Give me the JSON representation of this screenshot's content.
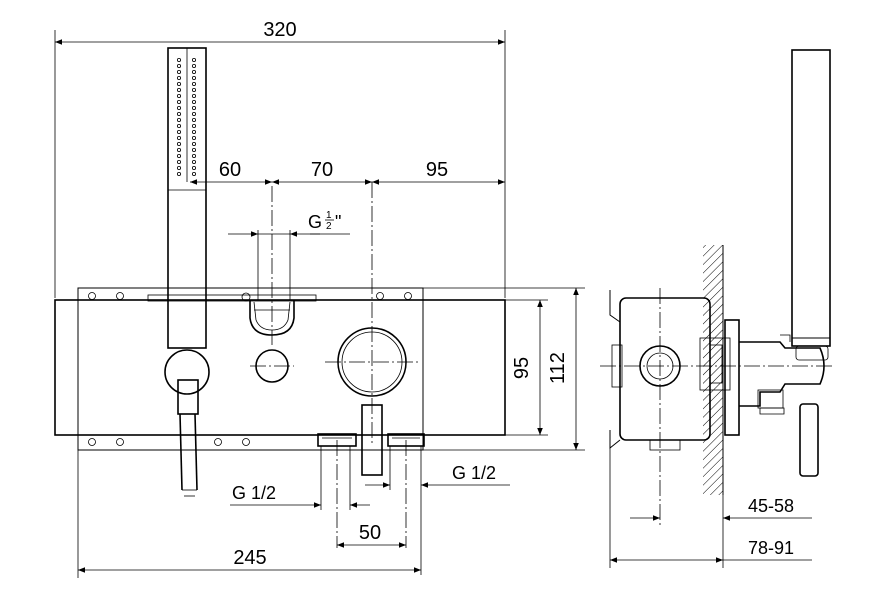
{
  "front_view": {
    "overall_width": "320",
    "spacing_1": "60",
    "spacing_2": "70",
    "spacing_3": "95",
    "thread_top_main": "G",
    "thread_top_num": "1",
    "thread_top_den": "2",
    "thread_top_quote": "\"",
    "body_height": "95",
    "plate_height": "112",
    "thread_left": "G 1/2",
    "thread_right": "G 1/2",
    "outlet_spacing": "50",
    "plate_width": "245"
  },
  "side_view": {
    "wall_depth_1": "45-58",
    "wall_depth_2": "78-91"
  }
}
